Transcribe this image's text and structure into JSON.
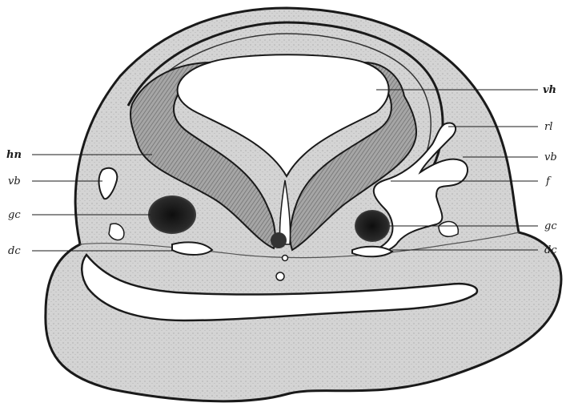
{
  "labels": {
    "left": {
      "hn": "hn",
      "vb": "vb",
      "gc": "gc",
      "dc": "dc"
    },
    "right": {
      "vh": "vh",
      "rl": "rl",
      "vb": "vb",
      "f": "f",
      "gc": "gc",
      "dc": "dc"
    }
  },
  "colors": {
    "outline": "#1a1a1a",
    "tissue": "#d2d2d2",
    "tissue_dark": "#bcbcbc",
    "hemisphere": "#9a9a9a",
    "hemisphere_dark": "#6e6e6e",
    "ganglion": "#1c1c1c",
    "cavity": "#ffffff"
  }
}
